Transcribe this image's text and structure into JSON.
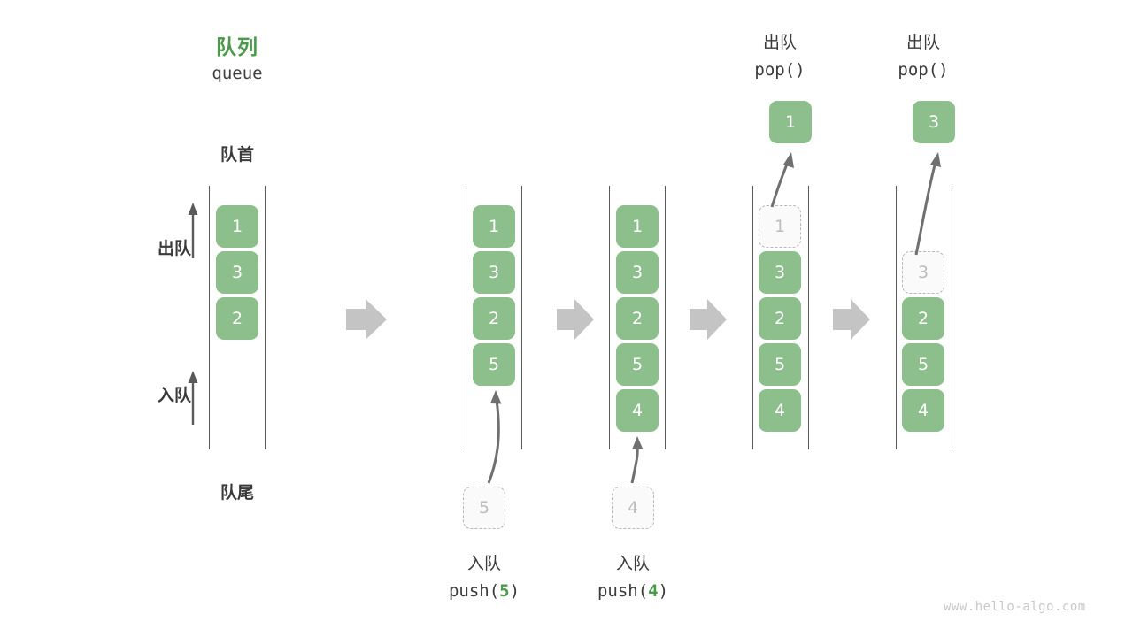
{
  "meta": {
    "watermark": "www.hello-algo.com",
    "accent_green": "#4a9a4a",
    "cell_green": "#8cbf8c",
    "ghost_gray": "#bcbcbc",
    "arrow_gray": "#c4c4c4",
    "text_gray": "#3a3a3a"
  },
  "header": {
    "title_cn": "队列",
    "title_en": "queue"
  },
  "labels": {
    "front": "队首",
    "rear": "队尾",
    "dequeue": "出队",
    "enqueue": "入队"
  },
  "columns": [
    {
      "id": "initial",
      "cells": [
        {
          "value": "1",
          "state": "filled"
        },
        {
          "value": "3",
          "state": "filled"
        },
        {
          "value": "2",
          "state": "filled"
        }
      ],
      "caption_cn": "",
      "caption_code": "",
      "caption_code_num": ""
    },
    {
      "id": "after-push-5",
      "cells": [
        {
          "value": "1",
          "state": "filled"
        },
        {
          "value": "3",
          "state": "filled"
        },
        {
          "value": "2",
          "state": "filled"
        },
        {
          "value": "5",
          "state": "filled"
        }
      ],
      "incoming": {
        "value": "5",
        "state": "ghost"
      },
      "caption_cn": "入队",
      "caption_code_pre": "push(",
      "caption_code_num": "5",
      "caption_code_post": ")"
    },
    {
      "id": "after-push-4",
      "cells": [
        {
          "value": "1",
          "state": "filled"
        },
        {
          "value": "3",
          "state": "filled"
        },
        {
          "value": "2",
          "state": "filled"
        },
        {
          "value": "5",
          "state": "filled"
        },
        {
          "value": "4",
          "state": "filled"
        }
      ],
      "incoming": {
        "value": "4",
        "state": "ghost"
      },
      "caption_cn": "入队",
      "caption_code_pre": "push(",
      "caption_code_num": "4",
      "caption_code_post": ")"
    },
    {
      "id": "after-pop-1",
      "cells": [
        {
          "value": "1",
          "state": "ghost"
        },
        {
          "value": "3",
          "state": "filled"
        },
        {
          "value": "2",
          "state": "filled"
        },
        {
          "value": "5",
          "state": "filled"
        },
        {
          "value": "4",
          "state": "filled"
        }
      ],
      "outgoing": {
        "value": "1",
        "state": "popped"
      },
      "header_cn": "出队",
      "header_code": "pop()"
    },
    {
      "id": "after-pop-3",
      "cells": [
        {
          "value": "",
          "state": "empty"
        },
        {
          "value": "3",
          "state": "ghost"
        },
        {
          "value": "2",
          "state": "filled"
        },
        {
          "value": "5",
          "state": "filled"
        },
        {
          "value": "4",
          "state": "filled"
        }
      ],
      "outgoing": {
        "value": "3",
        "state": "popped"
      },
      "header_cn": "出队",
      "header_code": "pop()"
    }
  ],
  "flow_arrows": [
    {
      "name": "step-arrow-1"
    },
    {
      "name": "step-arrow-2"
    },
    {
      "name": "step-arrow-3"
    },
    {
      "name": "step-arrow-4"
    }
  ]
}
